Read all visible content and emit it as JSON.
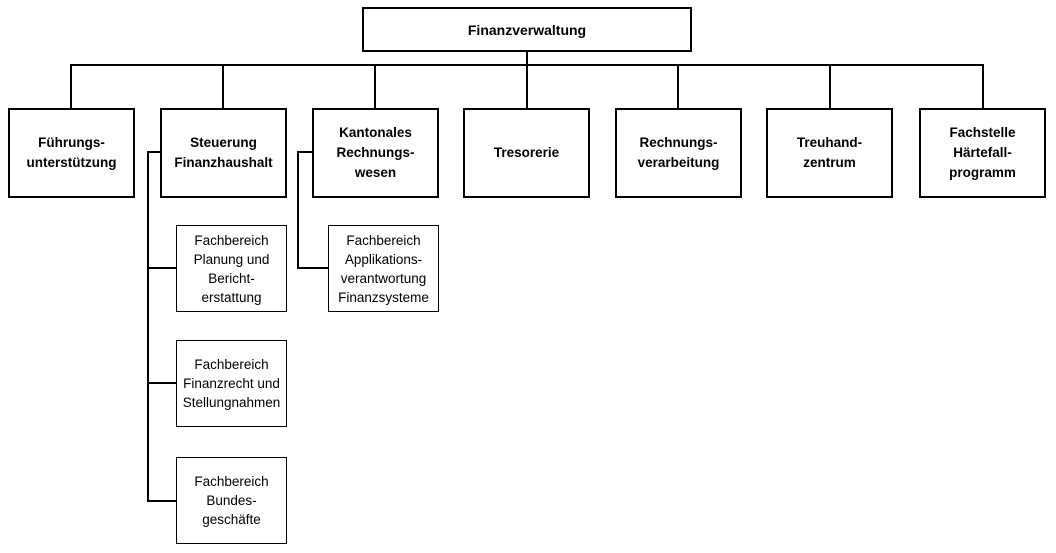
{
  "org_chart": {
    "title": "Finanzverwaltung",
    "colors": {
      "border": "#000000",
      "text": "#000000",
      "background": "#ffffff"
    },
    "root": {
      "label": "Finanzverwaltung"
    },
    "departments": [
      {
        "label": "Führungs-\nunterstützung"
      },
      {
        "label": "Steuerung\nFinanzhaushalt",
        "units": [
          {
            "label": "Fachbereich\nPlanung und\nBericht-\nerstattung"
          },
          {
            "label": "Fachbereich\nFinanzrecht und\nStellungnahmen"
          },
          {
            "label": "Fachbereich\nBundes-\ngeschäfte"
          }
        ]
      },
      {
        "label": "Kantonales\nRechnungs-\nwesen",
        "units": [
          {
            "label": "Fachbereich\nApplikations-\nverantwortung\nFinanzsysteme"
          }
        ]
      },
      {
        "label": "Tresorerie"
      },
      {
        "label": "Rechnungs-\nverarbeitung"
      },
      {
        "label": "Treuhand-\nzentrum"
      },
      {
        "label": "Fachstelle\nHärtefall-\nprogramm"
      }
    ]
  }
}
